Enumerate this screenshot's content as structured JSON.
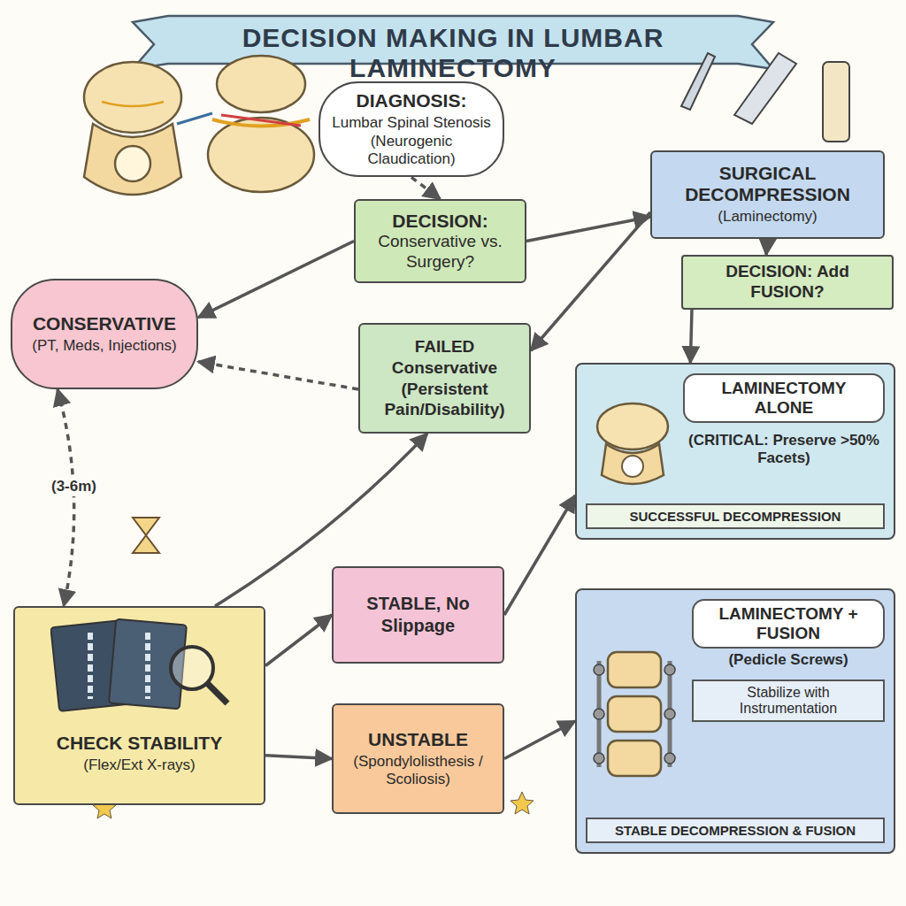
{
  "diagram": {
    "title": "DECISION MAKING IN LUMBAR LAMINECTOMY",
    "nodes": [
      {
        "text": [
          "DIAGNOSIS:",
          "Lumbar Spinal Stenosis (Neurogenic Claudication)"
        ]
      },
      {
        "text": [
          "DECISION:",
          "Conservative vs. Surgery?"
        ]
      },
      {
        "text": [
          "SURGICAL DECOMPRESSION",
          "(Laminectomy)"
        ]
      },
      {
        "text": [
          "CONSERVATIVE",
          "(PT, Meds, Injections)"
        ]
      },
      {
        "text": [
          "FAILED Conservative (Persistent Pain/Disability)"
        ]
      },
      {
        "text": [
          "DECISION: Add FUSION?"
        ]
      },
      {
        "text": [
          "LAMINECTOMY ALONE",
          "(CRITICAL: Preserve >50% Facets)",
          "SUCCESSFUL DECOMPRESSION"
        ]
      },
      {
        "text": [
          "CHECK STABILITY",
          "(Flex/Ext X-rays)"
        ]
      },
      {
        "text": [
          "STABLE, No Slippage"
        ]
      },
      {
        "text": [
          "UNSTABLE",
          "(Spondylolisthesis / Scoliosis)"
        ]
      },
      {
        "text": [
          "LAMINECTOMY + FUSION",
          "(Pedicle Screws)",
          "Stabilize with Instrumentation",
          "STABLE DECOMPRESSION & FUSION"
        ]
      }
    ],
    "edges": [
      {
        "from": 0,
        "to": 1,
        "arrow": "to"
      },
      {
        "from": 1,
        "to": 2,
        "arrow": "to"
      },
      {
        "from": 1,
        "to": 3,
        "arrow": "to"
      },
      {
        "from": 2,
        "to": 4,
        "arrow": "to"
      },
      {
        "from": 2,
        "to": 5,
        "arrow": "to"
      },
      {
        "from": 4,
        "to": 3,
        "arrow": "to"
      },
      {
        "from": 3,
        "to": 7,
        "label": "(3-6m)",
        "arrow": "both"
      },
      {
        "from": 7,
        "to": 4,
        "arrow": "to"
      },
      {
        "from": 7,
        "to": 8,
        "arrow": "to"
      },
      {
        "from": 7,
        "to": 9,
        "arrow": "to"
      },
      {
        "from": 8,
        "to": 6,
        "arrow": "to"
      },
      {
        "from": 9,
        "to": 10,
        "arrow": "to"
      },
      {
        "from": 5,
        "to": 6,
        "arrow": "to"
      }
    ]
  }
}
